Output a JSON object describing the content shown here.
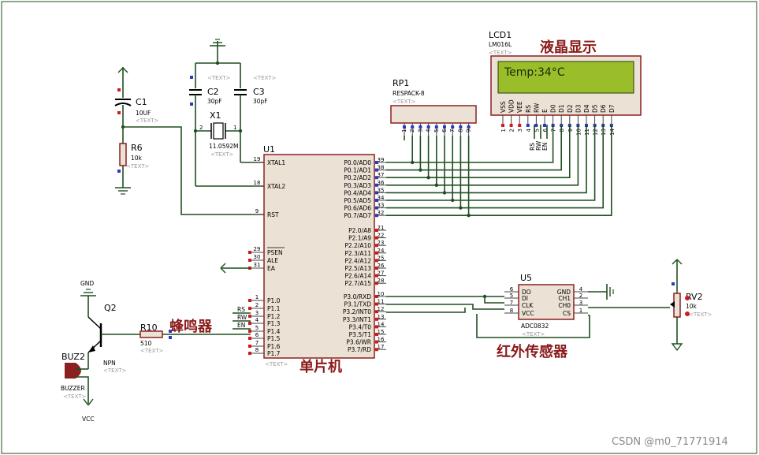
{
  "labels": {
    "lcd_cn": "液晶显示",
    "mcu_cn": "单片机",
    "buzzer_cn": "蜂鸣器",
    "ir_cn": "红外传感器"
  },
  "text_tag": "<TEXT>",
  "watermark": "CSDN @m0_71771914",
  "lcd": {
    "ref": "LCD1",
    "model": "LM016L",
    "display": "Temp:34°C",
    "pins": [
      "VSS",
      "VDD",
      "VEE",
      "RS",
      "RW",
      "E",
      "D0",
      "D1",
      "D2",
      "D3",
      "D4",
      "D5",
      "D6",
      "D7"
    ],
    "pin_nums": [
      "1",
      "2",
      "3",
      "4",
      "5",
      "6",
      "7",
      "8",
      "9",
      "10",
      "11",
      "12",
      "13",
      "14"
    ]
  },
  "rp1": {
    "ref": "RP1",
    "model": "RESPACK-8",
    "pin_nums": [
      "1",
      "2",
      "3",
      "4",
      "5",
      "6",
      "7",
      "8",
      "9"
    ]
  },
  "c1": {
    "ref": "C1",
    "value": "10UF"
  },
  "c2": {
    "ref": "C2",
    "value": "30pF"
  },
  "c3": {
    "ref": "C3",
    "value": "30pF"
  },
  "r6": {
    "ref": "R6",
    "value": "10k"
  },
  "x1": {
    "ref": "X1",
    "value": "11.0592M",
    "pin1": "1",
    "pin2": "2"
  },
  "u1": {
    "ref": "U1",
    "left": [
      {
        "num": "19",
        "name": "XTAL1"
      },
      {
        "num": "18",
        "name": "XTAL2"
      },
      {
        "num": "9",
        "name": "RST"
      },
      {
        "num": "29",
        "name": "PSEN"
      },
      {
        "num": "30",
        "name": "ALE"
      },
      {
        "num": "31",
        "name": "EA"
      },
      {
        "num": "1",
        "name": "P1.0"
      },
      {
        "num": "2",
        "name": "P1.1"
      },
      {
        "num": "3",
        "name": "P1.2"
      },
      {
        "num": "4",
        "name": "P1.3"
      },
      {
        "num": "5",
        "name": "P1.4"
      },
      {
        "num": "6",
        "name": "P1.5"
      },
      {
        "num": "7",
        "name": "P1.6"
      },
      {
        "num": "8",
        "name": "P1.7"
      }
    ],
    "right": [
      {
        "num": "39",
        "name": "P0.0/AD0"
      },
      {
        "num": "38",
        "name": "P0.1/AD1"
      },
      {
        "num": "37",
        "name": "P0.2/AD2"
      },
      {
        "num": "36",
        "name": "P0.3/AD3"
      },
      {
        "num": "35",
        "name": "P0.4/AD4"
      },
      {
        "num": "34",
        "name": "P0.5/AD5"
      },
      {
        "num": "33",
        "name": "P0.6/AD6"
      },
      {
        "num": "32",
        "name": "P0.7/AD7"
      },
      {
        "num": "21",
        "name": "P2.0/A8"
      },
      {
        "num": "22",
        "name": "P2.1/A9"
      },
      {
        "num": "23",
        "name": "P2.2/A10"
      },
      {
        "num": "24",
        "name": "P2.3/A11"
      },
      {
        "num": "25",
        "name": "P2.4/A12"
      },
      {
        "num": "26",
        "name": "P2.5/A13"
      },
      {
        "num": "27",
        "name": "P2.6/A14"
      },
      {
        "num": "28",
        "name": "P2.7/A15"
      },
      {
        "num": "10",
        "name": "P3.0/RXD"
      },
      {
        "num": "11",
        "name": "P3.1/TXD"
      },
      {
        "num": "12",
        "name": "P3.2/INT0"
      },
      {
        "num": "13",
        "name": "P3.3/INT1"
      },
      {
        "num": "14",
        "name": "P3.4/T0"
      },
      {
        "num": "15",
        "name": "P3.5/T1"
      },
      {
        "num": "16",
        "name": "P3.6/WR"
      },
      {
        "num": "17",
        "name": "P3.7/RD"
      }
    ]
  },
  "nets": {
    "rs": "RS",
    "rw": "RW",
    "en": "EN"
  },
  "q2": {
    "ref": "Q2",
    "value": "NPN",
    "gnd": "GND"
  },
  "r10": {
    "ref": "R10",
    "value": "510"
  },
  "buz2": {
    "ref": "BUZ2",
    "value": "BUZZER",
    "vcc": "VCC"
  },
  "u5": {
    "ref": "U5",
    "model": "ADC0832",
    "left": [
      {
        "num": "6",
        "name": "DO"
      },
      {
        "num": "5",
        "name": "DI"
      },
      {
        "num": "7",
        "name": "CLK"
      },
      {
        "num": "8",
        "name": "VCC"
      }
    ],
    "right": [
      {
        "num": "4",
        "name": "GND"
      },
      {
        "num": "2",
        "name": "CH1"
      },
      {
        "num": "3",
        "name": "CH0"
      },
      {
        "num": "1",
        "name": "CS"
      }
    ]
  },
  "rv2": {
    "ref": "RV2",
    "value": "10k"
  }
}
